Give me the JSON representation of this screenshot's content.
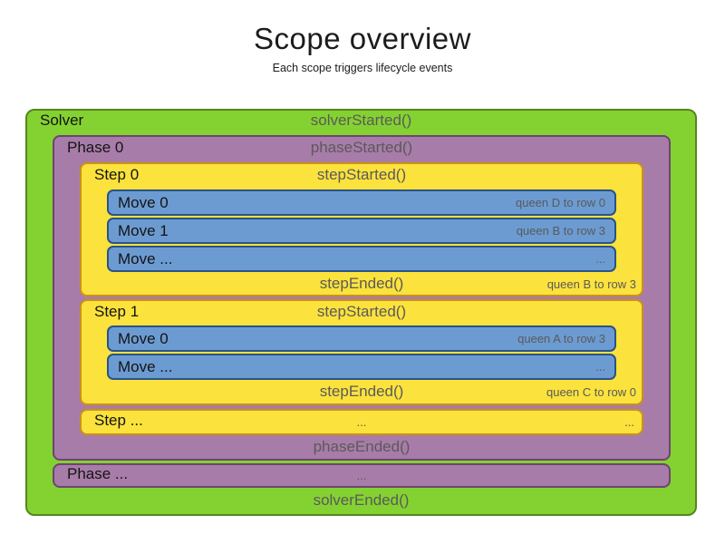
{
  "page": {
    "title": "Scope overview",
    "subtitle": "Each scope triggers lifecycle events"
  },
  "colors": {
    "solver_fill": "#84d231",
    "solver_border": "#55861d",
    "phase_fill": "#a87ca8",
    "phase_border": "#6e4470",
    "step_fill": "#fbe23d",
    "step_border": "#cc9213",
    "move_fill": "#6c9bd2",
    "move_border": "#2a5387",
    "event_text": "#5a5a5a",
    "label_text": "#141414"
  },
  "solver": {
    "label": "Solver",
    "started": "solverStarted()",
    "ended": "solverEnded()"
  },
  "phase0": {
    "label": "Phase 0",
    "started": "phaseStarted()",
    "ended": "phaseEnded()"
  },
  "phase_more": {
    "label": "Phase ...",
    "center_dots": "..."
  },
  "step0": {
    "label": "Step 0",
    "started": "stepStarted()",
    "ended": "stepEnded()",
    "ended_detail": "queen B to row 3",
    "moves": [
      {
        "label": "Move 0",
        "detail": "queen D to row 0"
      },
      {
        "label": "Move 1",
        "detail": "queen B to row 3"
      },
      {
        "label": "Move ...",
        "detail": "..."
      }
    ]
  },
  "step1": {
    "label": "Step 1",
    "started": "stepStarted()",
    "ended": "stepEnded()",
    "ended_detail": "queen C to row 0",
    "moves": [
      {
        "label": "Move 0",
        "detail": "queen A to row 3"
      },
      {
        "label": "Move ...",
        "detail": "..."
      }
    ]
  },
  "step_more": {
    "label": "Step ...",
    "center_dots": "...",
    "right_dots": "..."
  }
}
